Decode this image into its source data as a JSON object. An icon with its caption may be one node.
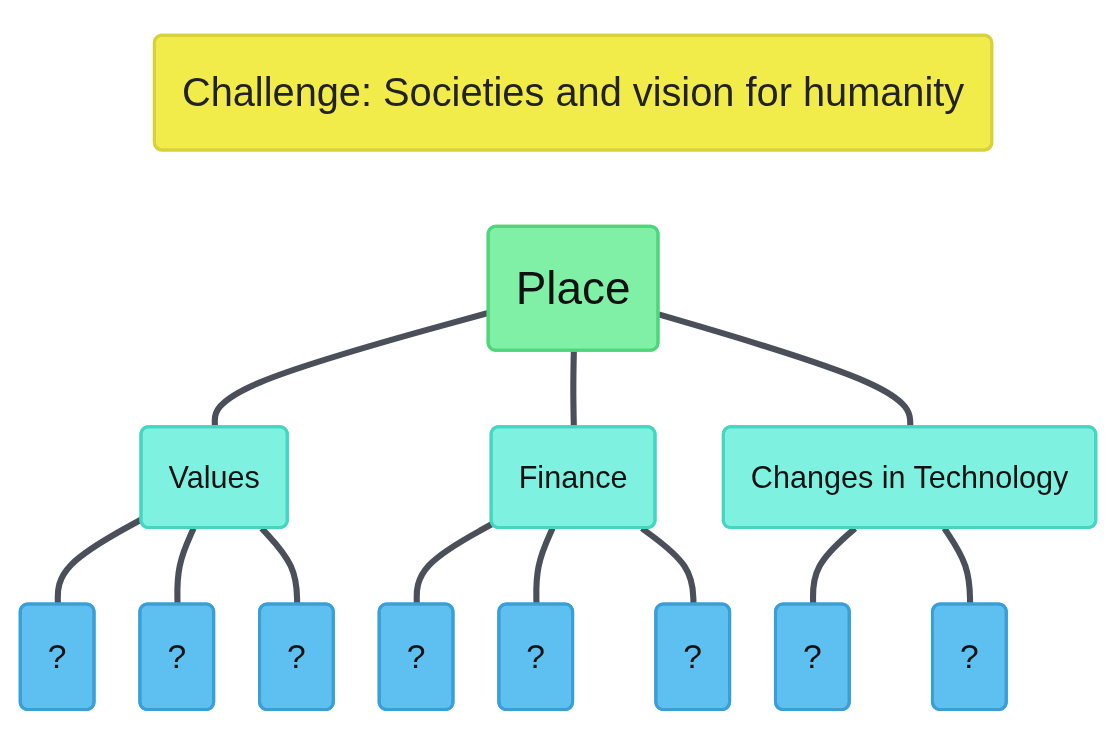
{
  "diagram": {
    "nodes": [
      {
        "text": [
          "Challenge: Societies and vision for humanity"
        ]
      },
      {
        "text": [
          "Place"
        ]
      },
      {
        "text": [
          "Values"
        ]
      },
      {
        "text": [
          "Finance"
        ]
      },
      {
        "text": [
          "Changes in Technology"
        ]
      },
      {
        "text": [
          "?"
        ]
      },
      {
        "text": [
          "?"
        ]
      },
      {
        "text": [
          "?"
        ]
      },
      {
        "text": [
          "?"
        ]
      },
      {
        "text": [
          "?"
        ]
      },
      {
        "text": [
          "?"
        ]
      },
      {
        "text": [
          "?"
        ]
      },
      {
        "text": [
          "?"
        ]
      }
    ],
    "edges": [
      {
        "from": 1,
        "to": 2,
        "arrow": "none"
      },
      {
        "from": 1,
        "to": 3,
        "arrow": "none"
      },
      {
        "from": 1,
        "to": 4,
        "arrow": "none"
      },
      {
        "from": 2,
        "to": 5,
        "arrow": "none"
      },
      {
        "from": 2,
        "to": 6,
        "arrow": "none"
      },
      {
        "from": 2,
        "to": 7,
        "arrow": "none"
      },
      {
        "from": 3,
        "to": 8,
        "arrow": "none"
      },
      {
        "from": 3,
        "to": 9,
        "arrow": "none"
      },
      {
        "from": 3,
        "to": 10,
        "arrow": "none"
      },
      {
        "from": 4,
        "to": 11,
        "arrow": "none"
      },
      {
        "from": 4,
        "to": 12,
        "arrow": "none"
      }
    ]
  }
}
